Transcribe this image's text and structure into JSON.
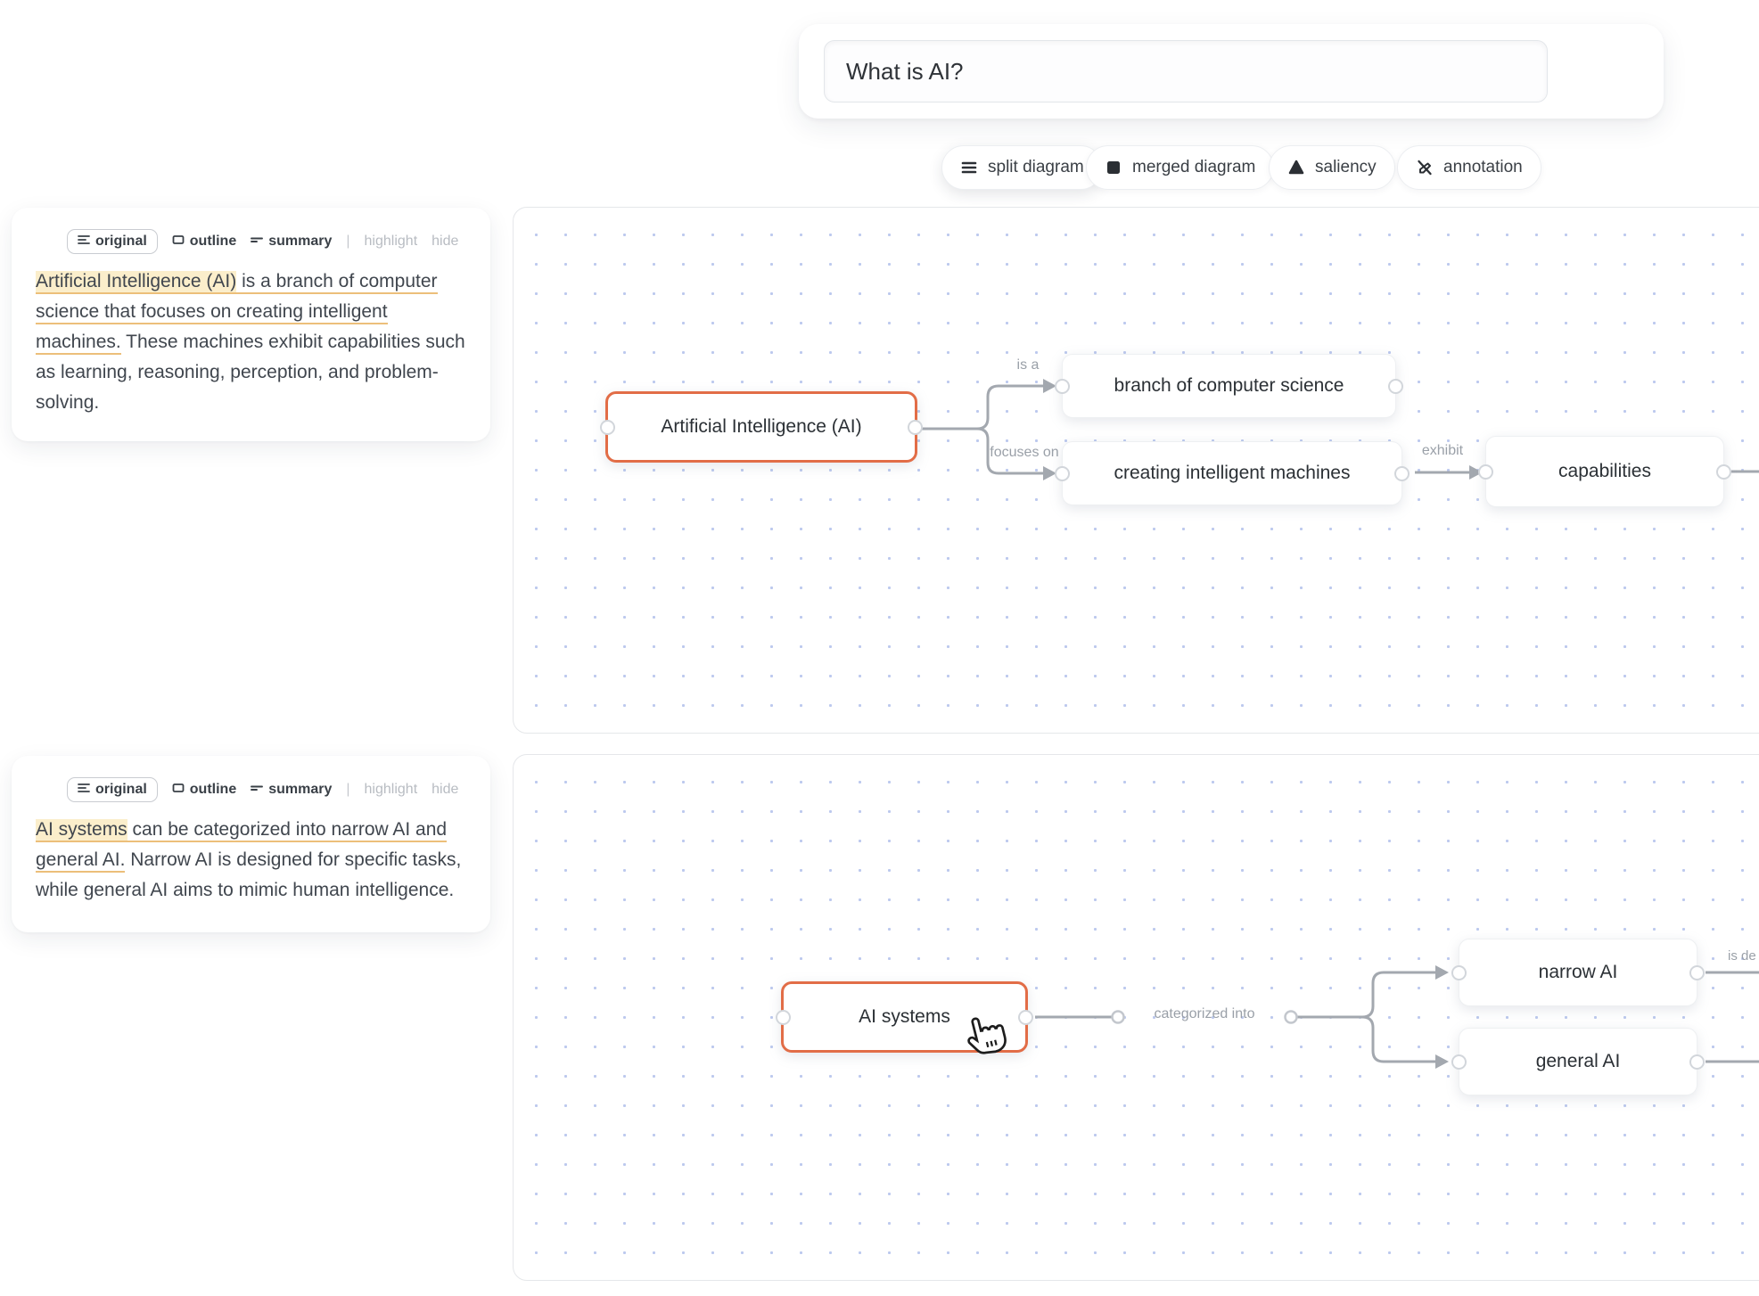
{
  "search": {
    "query": "What is AI?"
  },
  "toolbar": {
    "split": "split diagram",
    "merged": "merged diagram",
    "saliency": "saliency",
    "annotation": "annotation"
  },
  "cards": [
    {
      "tabs": {
        "original": "original",
        "outline": "outline",
        "summary": "summary",
        "divider": "|",
        "highlight": "highlight",
        "hide": "hide"
      },
      "text": {
        "highlighted": "Artificial Intelligence (AI)",
        "underlined": " is a branch of computer science that focuses on creating intelligent machines.",
        "plain": " These machines exhibit capabilities such as learning, reasoning, perception, and problem-solving."
      }
    },
    {
      "tabs": {
        "original": "original",
        "outline": "outline",
        "summary": "summary",
        "divider": "|",
        "highlight": "highlight",
        "hide": "hide"
      },
      "text": {
        "highlighted": "AI systems",
        "underlined": " can be categorized into narrow AI and general AI.",
        "plain": " Narrow AI is designed for specific tasks, while general AI aims to mimic human intelligence."
      }
    }
  ],
  "diagram1": {
    "node_main": "Artificial Intelligence (AI)",
    "node_branch": "branch of computer science",
    "node_creating": "creating intelligent machines",
    "node_capabilities": "capabilities",
    "label_is_a": "is a",
    "label_focuses_on": "focuses on",
    "label_exhibit": "exhibit"
  },
  "diagram2": {
    "node_main": "AI systems",
    "node_narrow": "narrow AI",
    "node_general": "general AI",
    "label_categorized": "categorized into",
    "label_partial": "is de"
  },
  "colors": {
    "accent": "#e26d47",
    "highlight_bg": "#fbeecb",
    "underline": "#ecbf7a",
    "edge": "#a3a8af",
    "dot": "#bcc9ee"
  }
}
